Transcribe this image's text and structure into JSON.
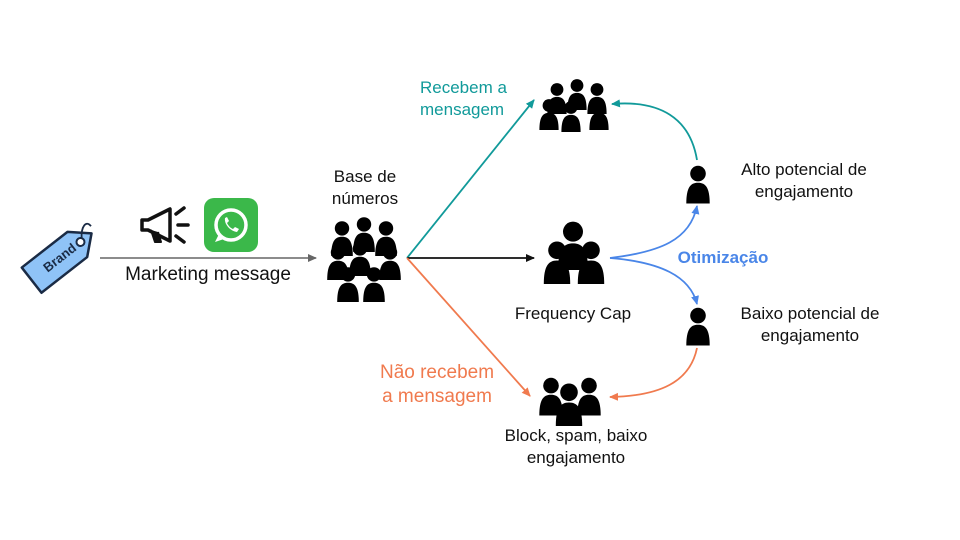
{
  "brand_tag": {
    "text": "Brand",
    "color": "#5aa2f0"
  },
  "channel": {
    "label": "Marketing message",
    "icons": [
      "megaphone-icon",
      "whatsapp-icon"
    ]
  },
  "base": {
    "line1": "Base de",
    "line2": "números"
  },
  "receive": {
    "line1": "Recebem a",
    "line2": "mensagem",
    "color": "#119a9a"
  },
  "no_receive": {
    "line1": "Não recebem",
    "line2": "a mensagem",
    "color": "#f07a4e"
  },
  "frequency_cap": {
    "label": "Frequency Cap"
  },
  "blocked": {
    "line1": "Block, spam, baixo",
    "line2": "engajamento"
  },
  "high": {
    "line1": "Alto potencial de",
    "line2": "engajamento"
  },
  "low": {
    "line1": "Baixo potencial de",
    "line2": "engajamento"
  },
  "optimization": {
    "label": "Otimização",
    "color": "#4a86e8"
  }
}
